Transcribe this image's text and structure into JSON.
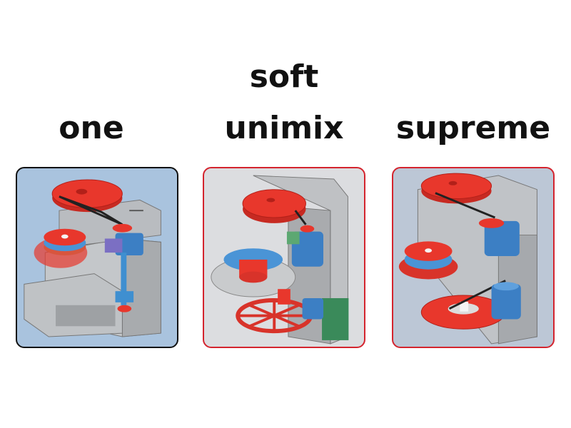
{
  "labels": {
    "one": "one",
    "soft": "soft",
    "unimix": "unimix",
    "supreme": "supreme"
  },
  "panels": [
    {
      "model": "one",
      "border_color": "#111111",
      "background": "#a9c3de"
    },
    {
      "model": "soft unimix",
      "border_color": "#d4242e",
      "background": "#dcdde0"
    },
    {
      "model": "supreme",
      "border_color": "#d4242e",
      "background": "#bcc7d6"
    }
  ],
  "colors": {
    "pulley_red": "#e8372c",
    "motor_blue": "#3c7fc4",
    "frame_grey": "#b4b6b9",
    "shaft_blue": "#3f8fd0",
    "base_green": "#3a8a5a"
  }
}
